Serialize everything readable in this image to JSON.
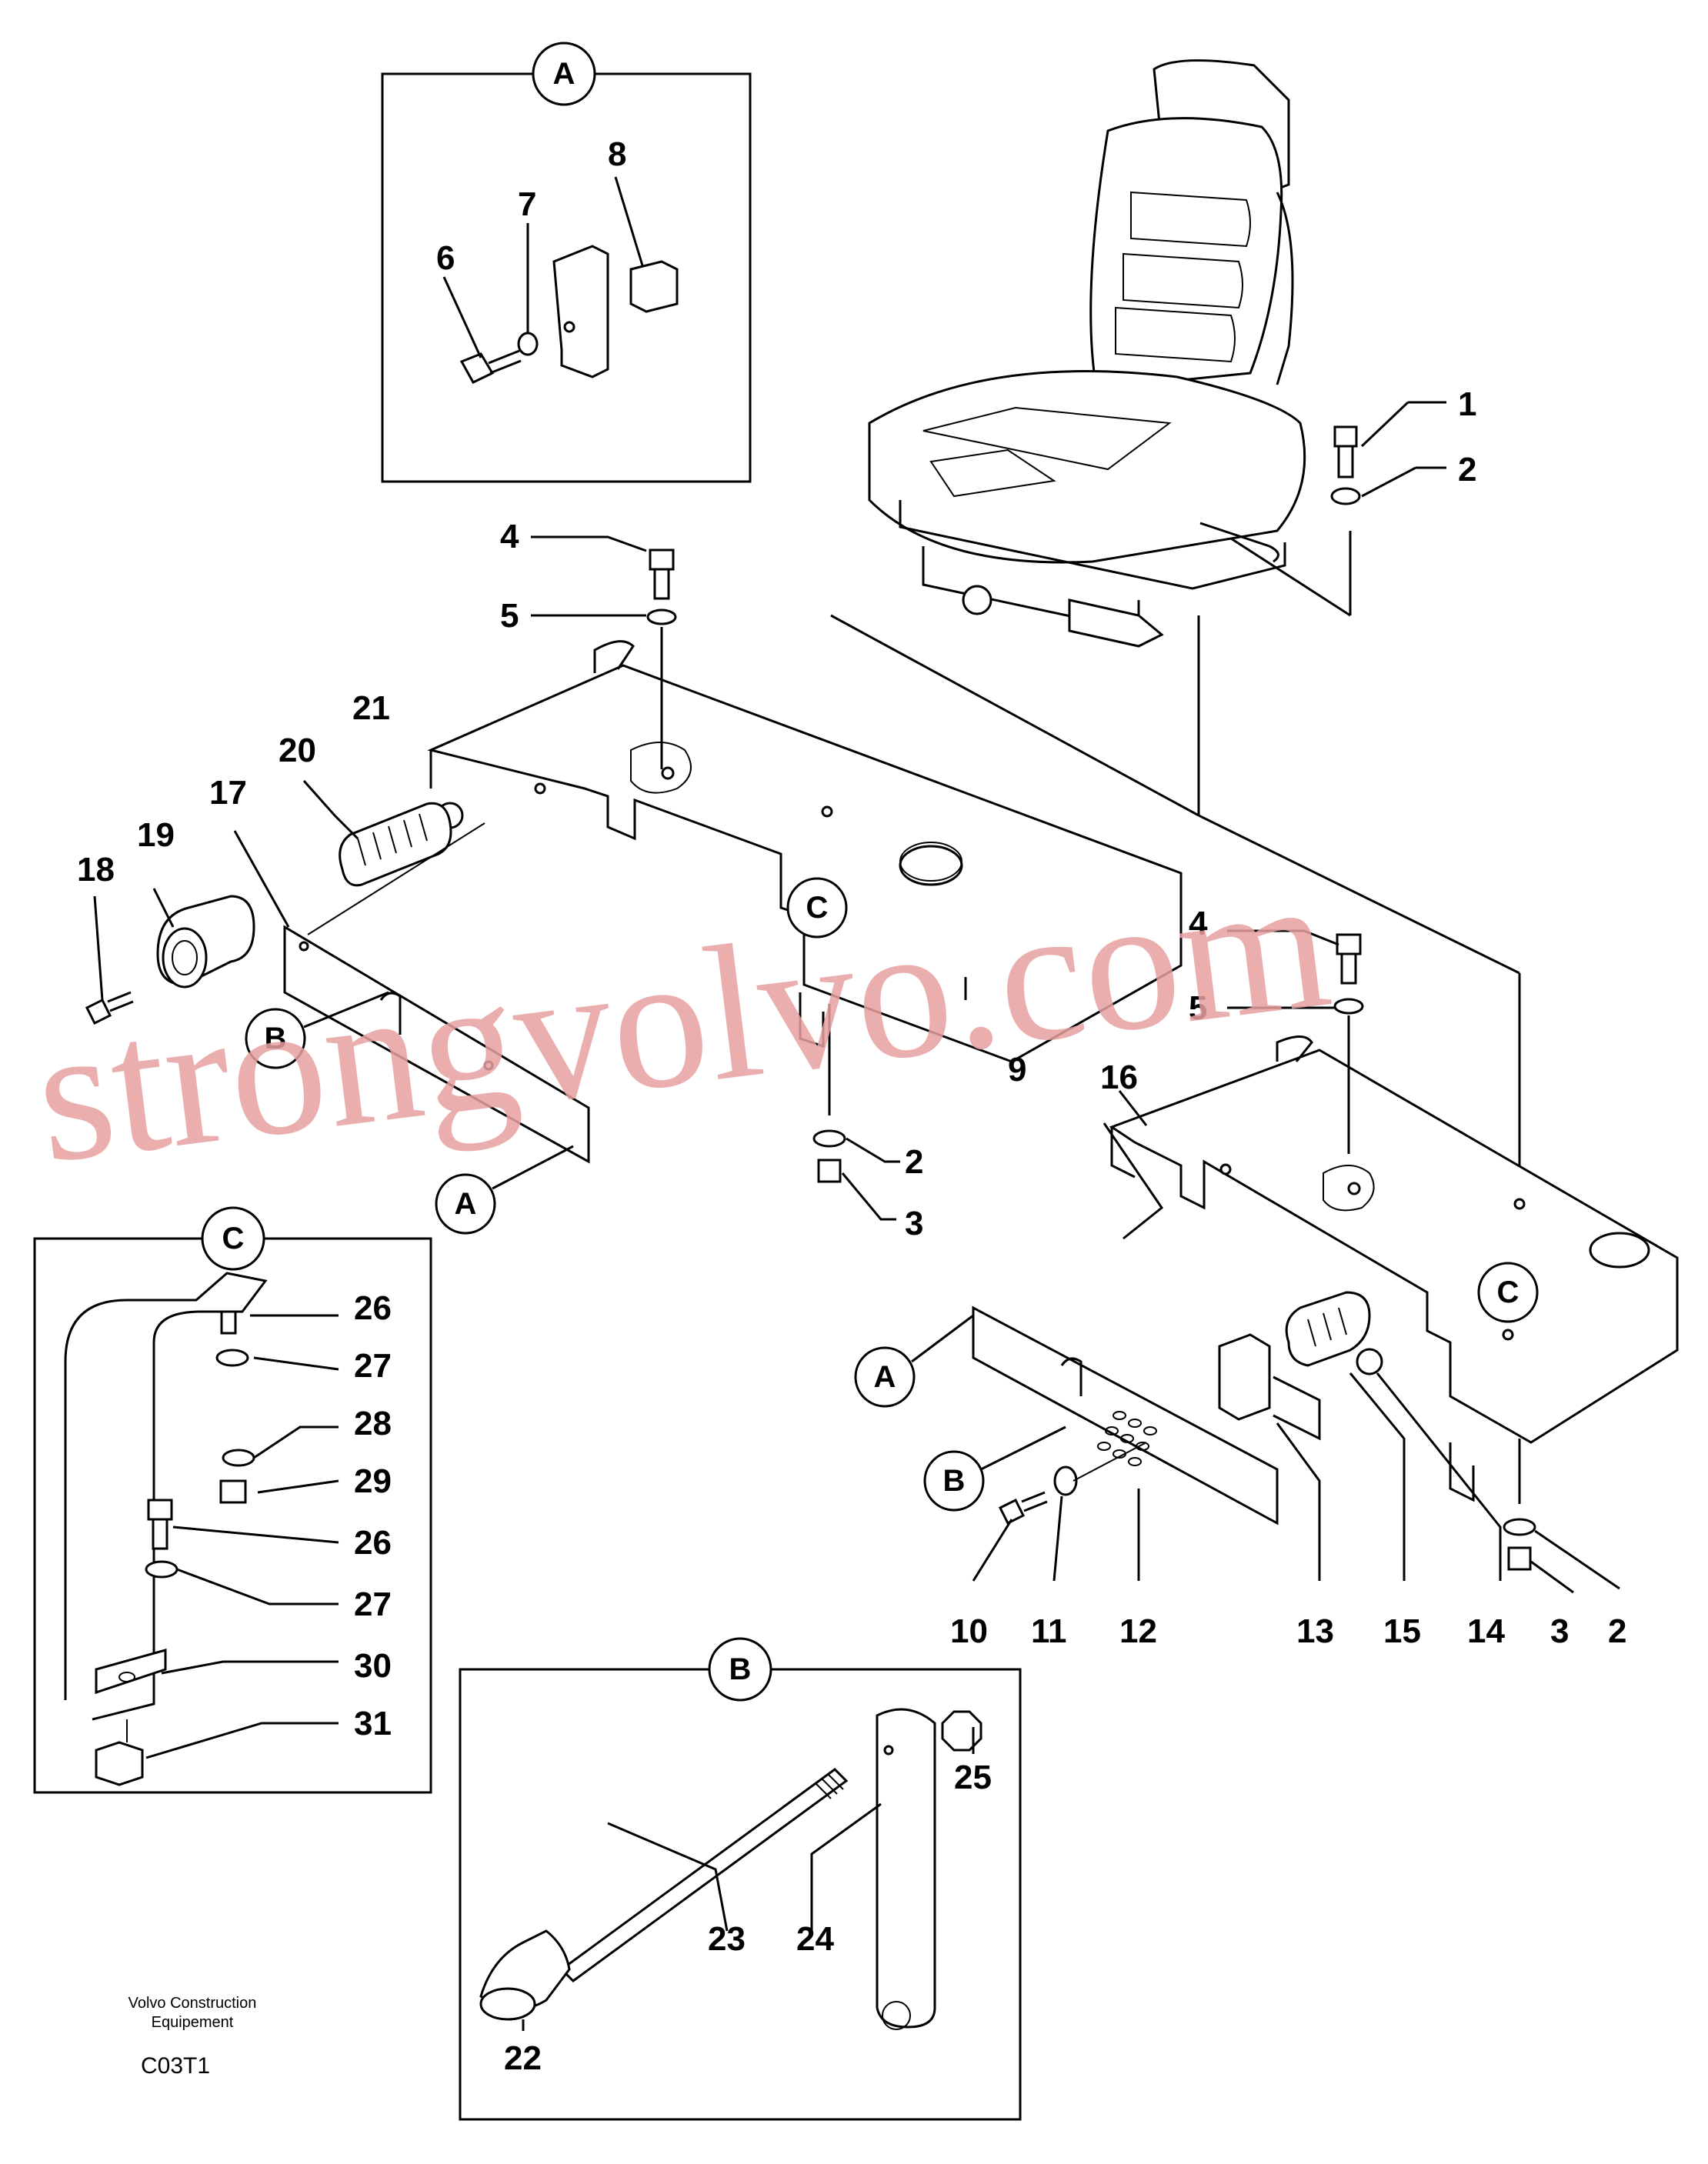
{
  "diagram": {
    "callouts": [
      {
        "id": "A",
        "text": "A"
      },
      {
        "id": "B",
        "text": "B"
      },
      {
        "id": "C",
        "text": "C"
      }
    ],
    "part_numbers": [
      "1",
      "2",
      "3",
      "4",
      "5",
      "6",
      "7",
      "8",
      "9",
      "10",
      "11",
      "12",
      "13",
      "14",
      "15",
      "16",
      "17",
      "18",
      "19",
      "20",
      "21",
      "22",
      "23",
      "24",
      "25",
      "26",
      "27",
      "28",
      "29",
      "30",
      "31"
    ],
    "footer": {
      "company_line1": "Volvo Construction",
      "company_line2": "Equipement",
      "code": "C03T1"
    },
    "watermark": "strongvolvo.com"
  }
}
